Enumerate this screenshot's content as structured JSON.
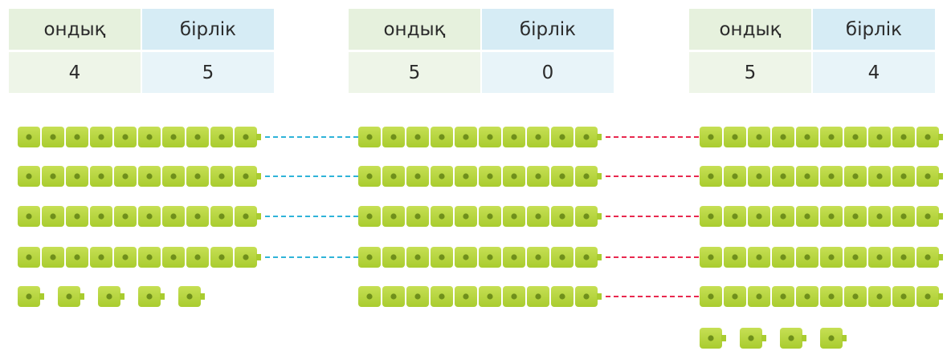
{
  "tables": [
    {
      "tens_label": "ондық",
      "units_label": "бірлік",
      "tens": "4",
      "units": "5"
    },
    {
      "tens_label": "ондық",
      "units_label": "бірлік",
      "tens": "5",
      "units": "0"
    },
    {
      "tens_label": "ондық",
      "units_label": "бірлік",
      "tens": "5",
      "units": "4"
    }
  ],
  "groups": [
    {
      "tens_rods": 4,
      "unit_cubes": 5
    },
    {
      "tens_rods": 5,
      "unit_cubes": 0
    },
    {
      "tens_rods": 5,
      "unit_cubes": 4
    }
  ],
  "colors": {
    "tens_header_bg": "#e6f1dd",
    "tens_value_bg": "#eef5e8",
    "units_header_bg": "#d6ecf5",
    "units_value_bg": "#e8f4f9",
    "cube_fill": "#a9cc2f",
    "cube_light": "#c6df54",
    "cube_dot": "#6f8f1b",
    "dash_blue": "#2fb3d8",
    "dash_red": "#e8294f"
  }
}
